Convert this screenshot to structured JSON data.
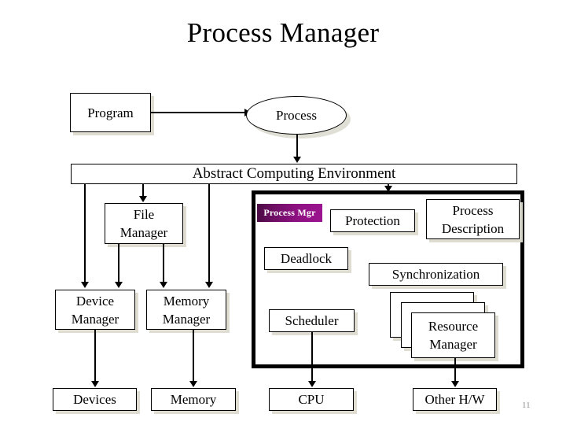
{
  "slide": {
    "title": "Process Manager",
    "page_number": "11",
    "accent_color": "#8d1180",
    "page_number_color": "#8e8e8e",
    "shadow_color": "#dddbd0"
  },
  "nodes": {
    "program": "Program",
    "process": "Process",
    "abstract_computing_environment": "Abstract Computing Environment",
    "file_manager_line1": "File",
    "file_manager_line2": "Manager",
    "device_manager_line1": "Device",
    "device_manager_line2": "Manager",
    "memory_manager_line1": "Memory",
    "memory_manager_line2": "Manager",
    "devices": "Devices",
    "memory": "Memory",
    "cpu": "CPU",
    "other_hw": "Other H/W"
  },
  "process_manager": {
    "label": "Process Mgr",
    "protection": "Protection",
    "process_description_line1": "Process",
    "process_description_line2": "Description",
    "deadlock": "Deadlock",
    "synchronization": "Synchronization",
    "scheduler": "Scheduler",
    "resource_manager_line1": "Resource",
    "resource_manager_line2": "Manager"
  }
}
